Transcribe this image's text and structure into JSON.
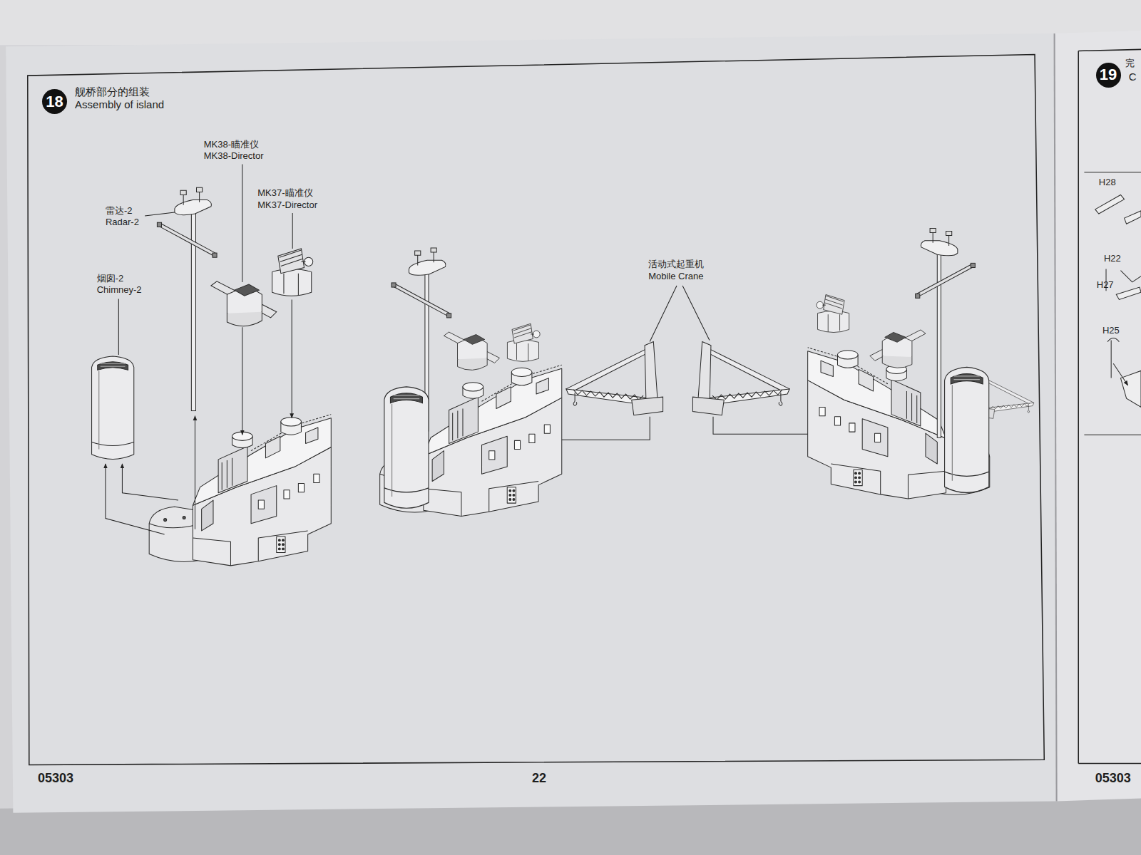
{
  "diagram": {
    "title": "舰桥部分的组装 Assembly of island",
    "nodes": [
      {
        "text": [
          "18"
        ]
      },
      {
        "text": [
          "19"
        ]
      }
    ],
    "labels": [
      "雷达-2",
      "Radar-2",
      "MK38-瞄准仪",
      "MK38-Director",
      "MK37-瞄准仪",
      "MK37-Director",
      "烟囱-2",
      "Chimney-2",
      "活动式起重机",
      "Mobile Crane",
      "05303",
      "22",
      "完",
      "C",
      "H28",
      "H22",
      "H27",
      "H25",
      "05303"
    ]
  }
}
